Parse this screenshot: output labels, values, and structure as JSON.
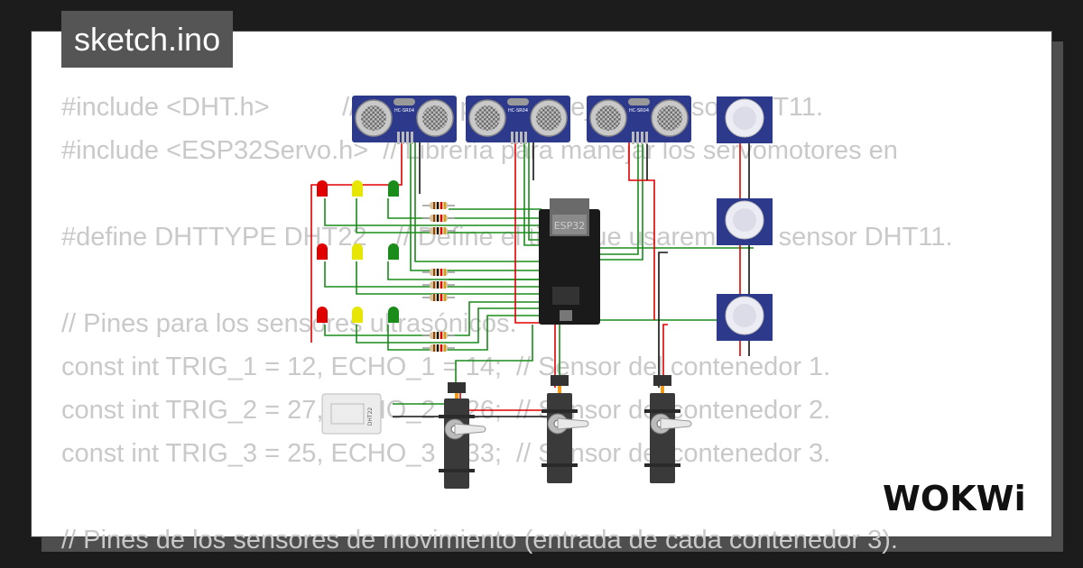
{
  "title": "sketch.ino",
  "logo_text": "WOKWi",
  "code_lines": [
    "#include <DHT.h>          // Librería para manejar el sensor DHT11.",
    "#include <ESP32Servo.h>  // Librería para manejar los servomotores en",
    "",
    "#define DHTTYPE DHT22    // Define el tipo que usaremos el sensor DHT11.",
    "",
    "// Pines para los sensores ultrasónicos.",
    "const int TRIG_1 = 12, ECHO_1 = 14;  // Sensor del contenedor 1.",
    "const int TRIG_2 = 27, ECHO_2 = 26;  // Sensor del contenedor 2.",
    "const int TRIG_3 = 25, ECHO_3 = 33;  // Sensor del contenedor 3.",
    "",
    "// Pines de los sensores de movimiento (entrada de cada contenedor 3)."
  ],
  "components": {
    "ultrasonic_label": "HC-SR04",
    "mcu_label": "ESP32",
    "dht_label": "DHT22"
  },
  "colors": {
    "background": "#1c1c1c",
    "card": "#ffffff",
    "code_text": "#c9c9c9",
    "badge": "#555555",
    "wire_green": "#1a8c1a",
    "wire_red": "#e00000",
    "wire_black": "#111111",
    "sensor_blue": "#2d3a8c"
  }
}
